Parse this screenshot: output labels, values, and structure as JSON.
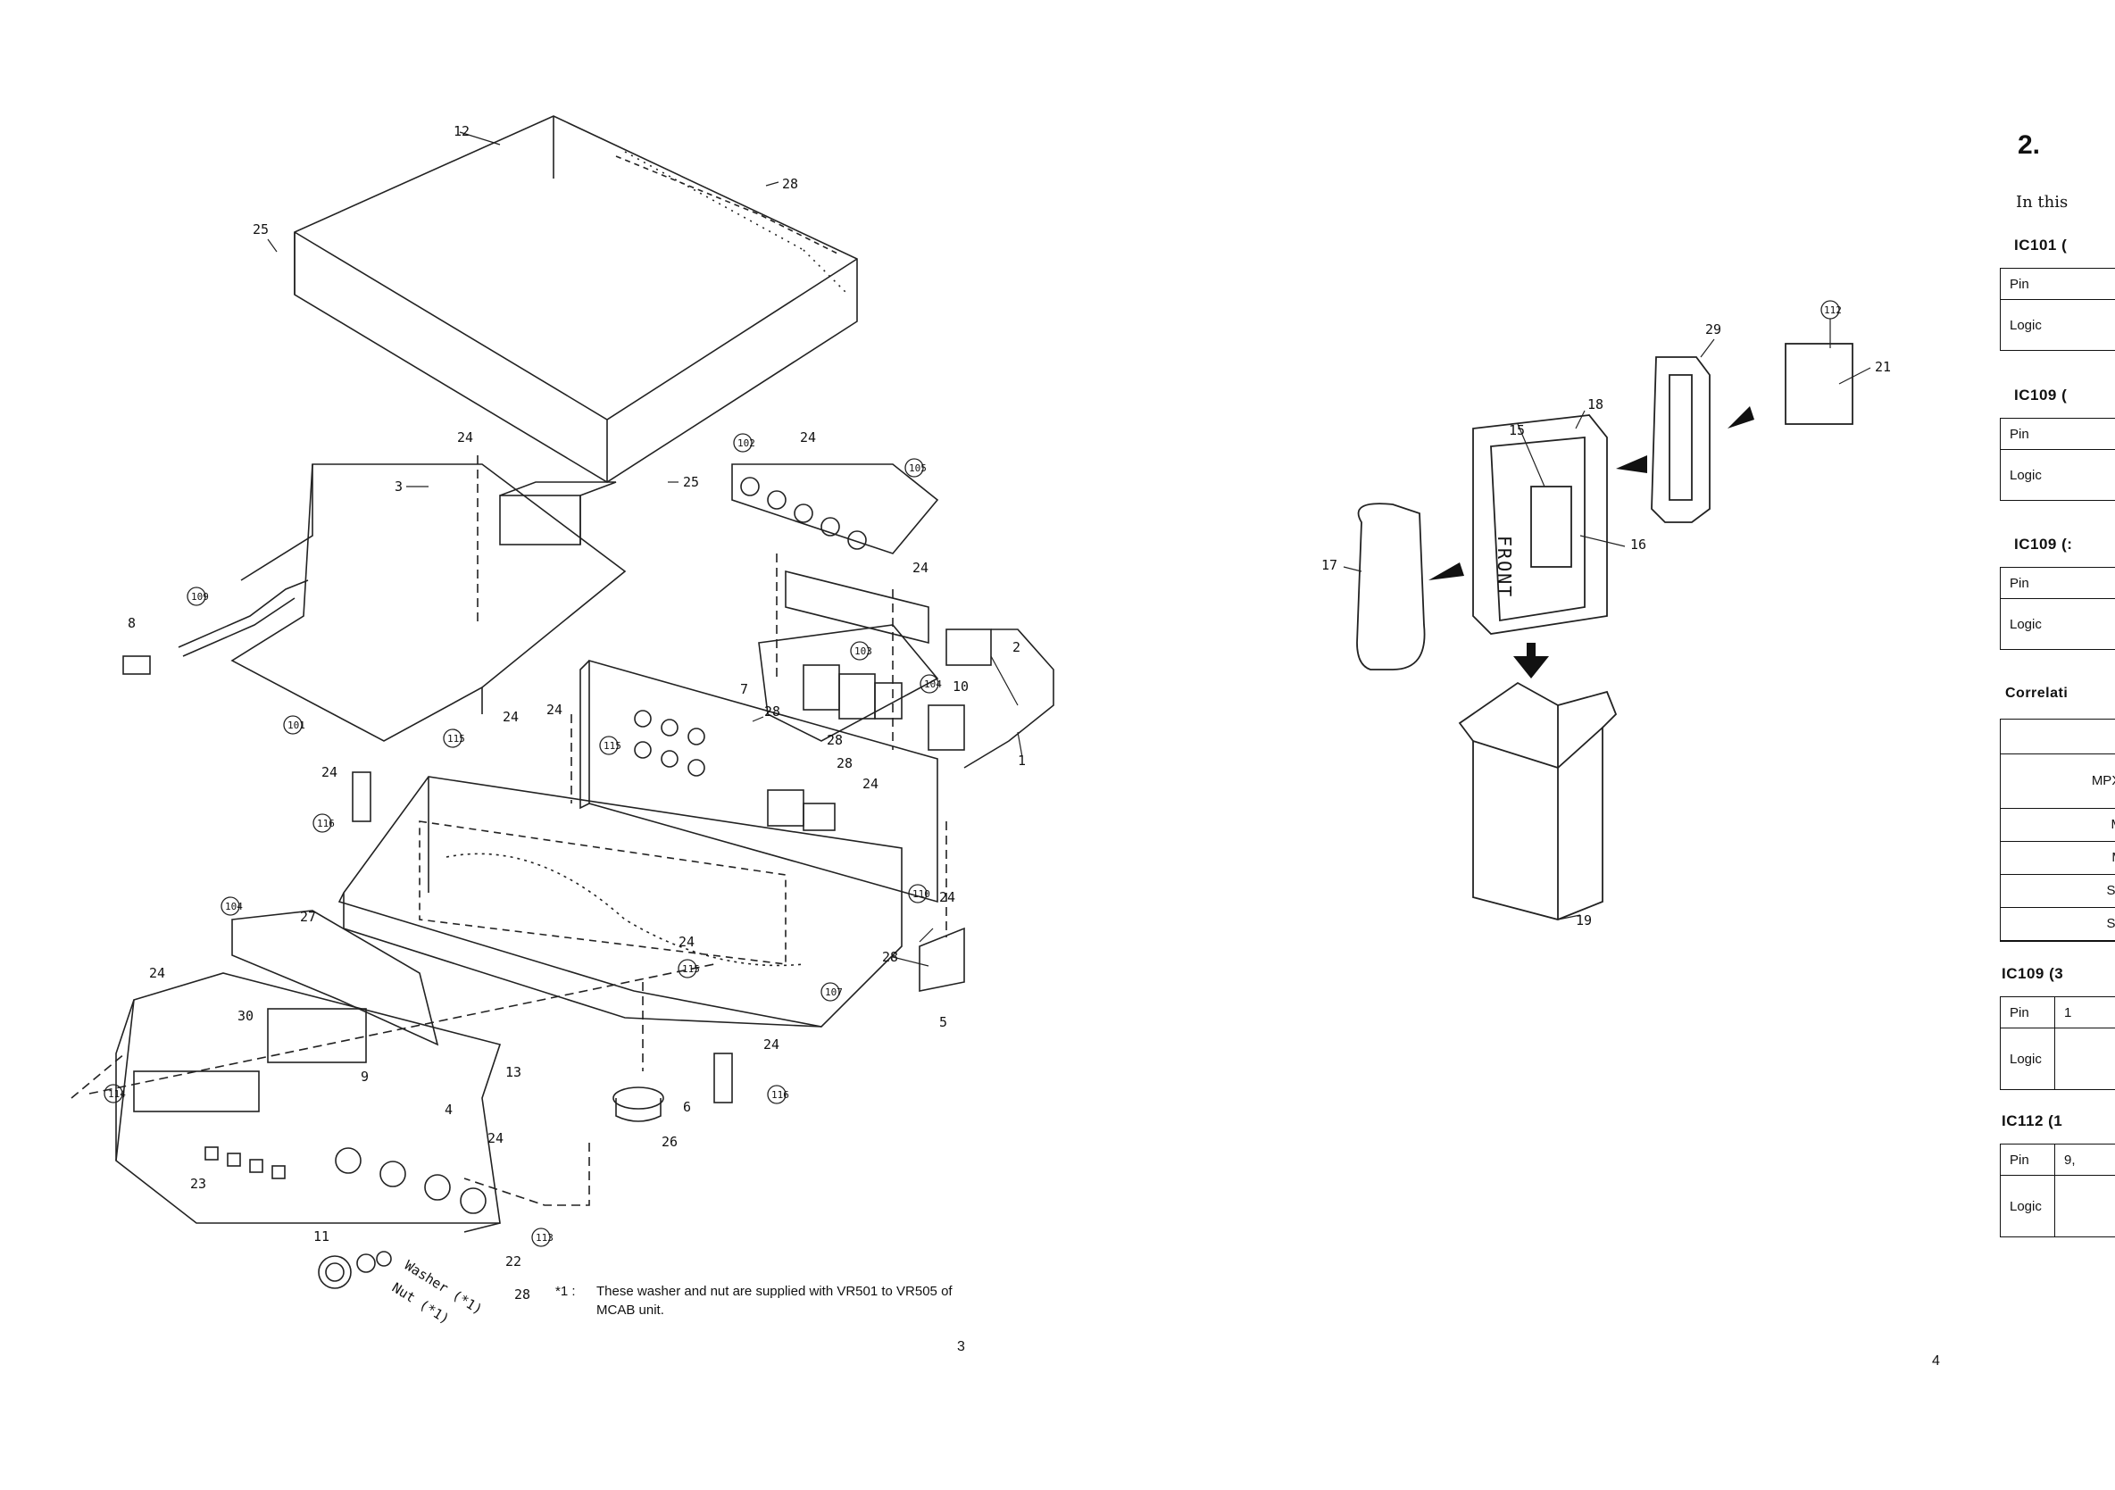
{
  "diagram_labels": {
    "part_12": "12",
    "part_28a": "28",
    "part_25a": "25",
    "part_25b": "25",
    "part_24a": "24",
    "part_3": "3",
    "part_102": "102",
    "part_24b": "24",
    "part_105": "105",
    "part_24c": "24",
    "part_8": "8",
    "part_109": "109",
    "part_101": "101",
    "part_115a": "115",
    "part_24d": "24",
    "part_24e": "24",
    "part_115b": "115",
    "part_7": "7",
    "part_28b": "28",
    "part_103": "103",
    "part_104a": "104",
    "part_2": "2",
    "part_10": "10",
    "part_1": "1",
    "part_28c": "28",
    "part_28d": "28",
    "part_24f": "24",
    "part_24g": "24",
    "part_116a": "116",
    "part_110": "110",
    "part_24h": "24",
    "part_104b": "104",
    "part_27": "27",
    "part_24i": "24",
    "part_115c": "115",
    "part_28e": "28",
    "part_107": "107",
    "part_5": "5",
    "part_24j": "24",
    "part_30": "30",
    "part_9": "9",
    "part_24k": "24",
    "part_116b": "116",
    "part_13": "13",
    "part_114": "114",
    "part_4": "4",
    "part_6": "6",
    "part_24l": "24",
    "part_26": "26",
    "part_23": "23",
    "part_113": "113",
    "part_22": "22",
    "part_11": "11",
    "part_28f": "28",
    "washer": "Washer (*1)",
    "nut": "Nut (*1)",
    "part_29": "29",
    "part_112": "112",
    "part_21": "21",
    "part_15": "15",
    "part_18": "18",
    "part_16": "16",
    "part_17": "17",
    "part_19": "19",
    "front": "FRONT"
  },
  "footnote": {
    "marker": "*1 :",
    "text": "These washer and nut are supplied with VR501 to VR505 of MCAB unit."
  },
  "page_numbers": {
    "left": "3",
    "right": "4"
  },
  "section": {
    "number": "2.",
    "intro": "In this",
    "blocks": [
      {
        "heading": "IC101 (",
        "row1": "Pin",
        "row2": "Logic"
      },
      {
        "heading": "IC109 (",
        "row1": "Pin",
        "row2": "Logic"
      },
      {
        "heading": "IC109 (:",
        "row1": "Pin",
        "row2": "Logic"
      }
    ],
    "correlation": {
      "heading": "Correlati",
      "rows": [
        "",
        "MPX/s",
        "MP",
        "MF",
        "Ster",
        "Ster"
      ]
    },
    "blocks2": [
      {
        "heading": "IC109 (3",
        "row1": "Pin",
        "row1b": "1",
        "row2": "Logic"
      },
      {
        "heading": "IC112 (1",
        "row1": "Pin",
        "row1b": "9,",
        "row2": "Logic"
      }
    ]
  }
}
